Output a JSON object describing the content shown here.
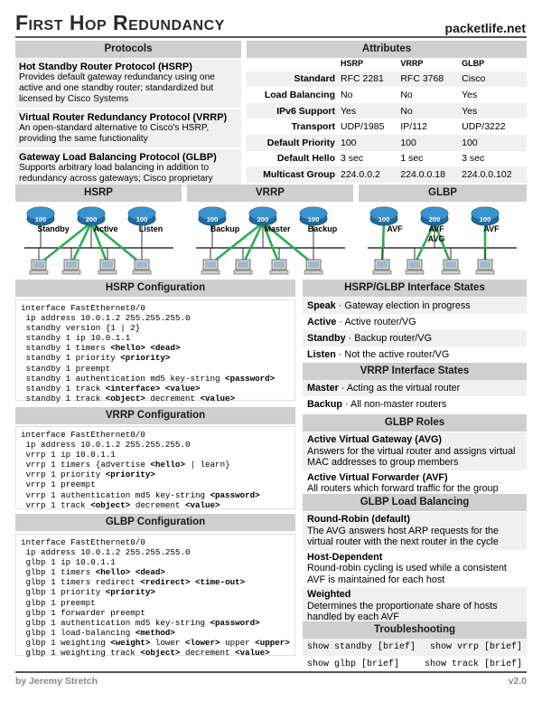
{
  "header": {
    "title": "First Hop Redundancy",
    "site": "packetlife.net"
  },
  "protocols": {
    "heading": "Protocols",
    "items": [
      {
        "name": "Hot Standby Router Protocol (HSRP)",
        "desc": "Provides default gateway redundancy using one active and one standby router; standardized but licensed by Cisco Systems"
      },
      {
        "name": "Virtual Router Redundancy Protocol (VRRP)",
        "desc": "An open-standard alternative to Cisco's HSRP, providing the same functionality"
      },
      {
        "name": "Gateway Load Balancing Protocol (GLBP)",
        "desc": "Supports arbitrary load balancing in addition to redundancy across gateways; Cisco proprietary"
      }
    ]
  },
  "attributes": {
    "heading": "Attributes",
    "columns": [
      "HSRP",
      "VRRP",
      "GLBP"
    ],
    "rows": [
      {
        "label": "Standard",
        "values": [
          "RFC 2281",
          "RFC 3768",
          "Cisco"
        ]
      },
      {
        "label": "Load Balancing",
        "values": [
          "No",
          "No",
          "Yes"
        ]
      },
      {
        "label": "IPv6 Support",
        "values": [
          "Yes",
          "No",
          "Yes"
        ]
      },
      {
        "label": "Transport",
        "values": [
          "UDP/1985",
          "IP/112",
          "UDP/3222"
        ]
      },
      {
        "label": "Default Priority",
        "values": [
          "100",
          "100",
          "100"
        ]
      },
      {
        "label": "Default Hello",
        "values": [
          "3 sec",
          "1 sec",
          "3 sec"
        ]
      },
      {
        "label": "Multicast Group",
        "values": [
          "224.0.0.2",
          "224.0.0.18",
          "224.0.0.102"
        ]
      }
    ]
  },
  "diagrams": [
    {
      "heading": "HSRP",
      "priorities": [
        "100",
        "200",
        "100"
      ],
      "labels": [
        "Standby",
        "Active",
        "Listen"
      ]
    },
    {
      "heading": "VRRP",
      "priorities": [
        "100",
        "200",
        "100"
      ],
      "labels": [
        "Backup",
        "Master",
        "Backup"
      ]
    },
    {
      "heading": "GLBP",
      "priorities": [
        "100",
        "200",
        "100"
      ],
      "labels": [
        "AVF",
        "AVF",
        "AVF"
      ],
      "extra": "AVG"
    }
  ],
  "configs": {
    "hsrp": {
      "heading": "HSRP Configuration"
    },
    "vrrp": {
      "heading": "VRRP Configuration"
    },
    "glbp": {
      "heading": "GLBP Configuration"
    }
  },
  "hsrp_states": {
    "heading": "HSRP/GLBP Interface States",
    "items": [
      {
        "term": "Speak",
        "def": "Gateway election in progress"
      },
      {
        "term": "Active",
        "def": "Active router/VG"
      },
      {
        "term": "Standby",
        "def": "Backup router/VG"
      },
      {
        "term": "Listen",
        "def": "Not the active router/VG"
      }
    ]
  },
  "vrrp_states": {
    "heading": "VRRP Interface States",
    "items": [
      {
        "term": "Master",
        "def": "Acting as the virtual router"
      },
      {
        "term": "Backup",
        "def": "All non-master routers"
      }
    ]
  },
  "glbp_roles": {
    "heading": "GLBP Roles",
    "items": [
      {
        "term": "Active Virtual Gateway (AVG)",
        "def": "Answers for the virtual router and assigns virtual MAC addresses to group members"
      },
      {
        "term": "Active Virtual Forwarder (AVF)",
        "def": "All routers which forward traffic for the group"
      }
    ]
  },
  "glbp_lb": {
    "heading": "GLBP Load Balancing",
    "items": [
      {
        "term": "Round-Robin (default)",
        "def": "The AVG answers host ARP requests for the virtual router with the next router in the cycle"
      },
      {
        "term": "Host-Dependent",
        "def": "Round-robin cycling is used while a consistent AVF is maintained for each host"
      },
      {
        "term": "Weighted",
        "def": "Determines the proportionate share of hosts handled by each AVF"
      }
    ]
  },
  "troubleshooting": {
    "heading": "Troubleshooting",
    "commands": [
      "show standby [brief]",
      "show vrrp [brief]",
      "show glbp [brief]",
      "show track [brief]"
    ]
  },
  "footer": {
    "author": "by Jeremy Stretch",
    "version": "v2.0"
  },
  "colors": {
    "bar": "#cfcfcf",
    "router": "#2d7fb8",
    "link": "#22b04b"
  }
}
